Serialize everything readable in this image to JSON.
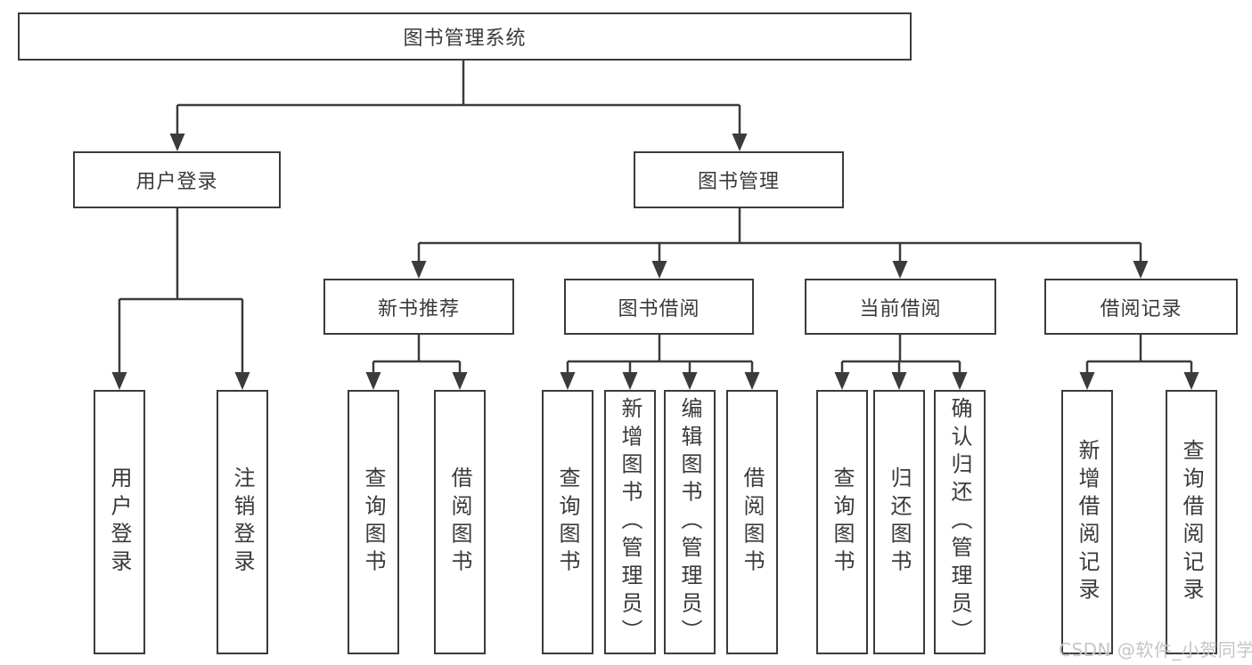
{
  "diagram": {
    "root": {
      "label": "图书管理系统"
    },
    "branches": {
      "user_login": {
        "label": "用户登录",
        "children": [
          {
            "label": "用户登录"
          },
          {
            "label": "注销登录"
          }
        ]
      },
      "book_mgmt": {
        "label": "图书管理",
        "sections": [
          {
            "label": "新书推荐",
            "children": [
              {
                "label": "查询图书"
              },
              {
                "label": "借阅图书"
              }
            ]
          },
          {
            "label": "图书借阅",
            "children": [
              {
                "label": "查询图书"
              },
              {
                "label": "新增图书（管理员）"
              },
              {
                "label": "编辑图书（管理员）"
              },
              {
                "label": "借阅图书"
              }
            ]
          },
          {
            "label": "当前借阅",
            "children": [
              {
                "label": "查询图书"
              },
              {
                "label": "归还图书"
              },
              {
                "label": "确认归还（管理员）"
              }
            ]
          },
          {
            "label": "借阅记录",
            "children": [
              {
                "label": "新增借阅记录"
              },
              {
                "label": "查询借阅记录"
              }
            ]
          }
        ]
      }
    }
  },
  "watermark": {
    "text": "CSDN @软件_小贺同学"
  },
  "colors": {
    "line": "#3b3b3b",
    "text": "#3a3a3a",
    "watermark": "#c5c5c5",
    "background": "#ffffff"
  }
}
